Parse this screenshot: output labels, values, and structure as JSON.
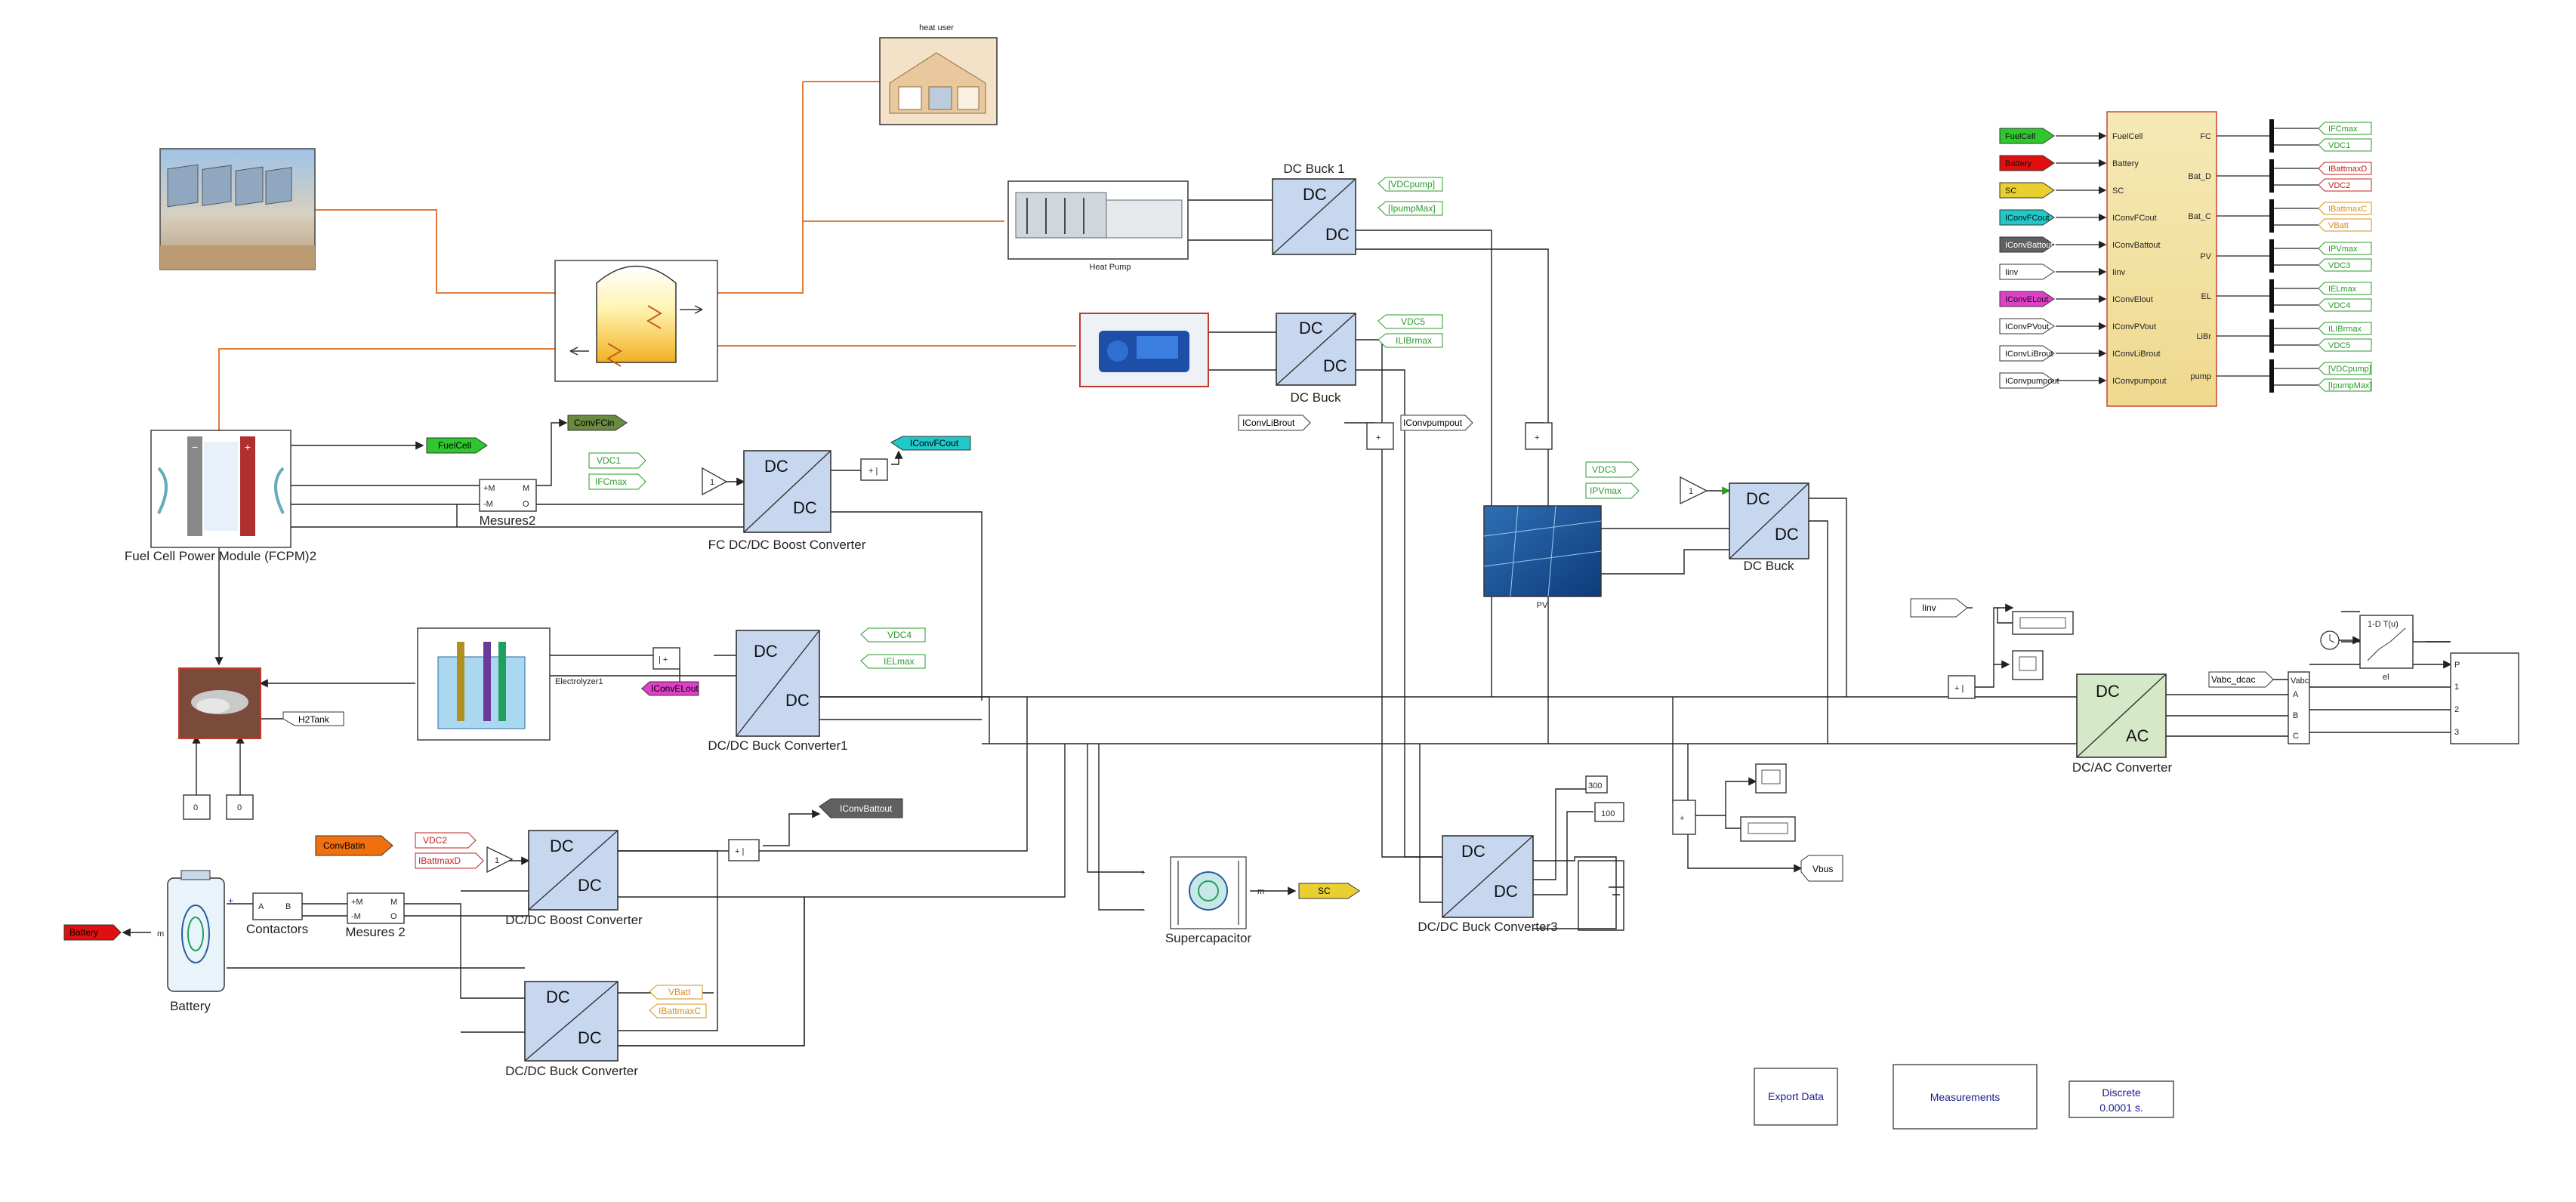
{
  "labels": {
    "heat_user": "heat user",
    "heat_pump": "Heat Pump",
    "dc_buck_1": "DC Buck 1",
    "dc_buck_2": "DC Buck",
    "dc_buck_pv": "DC Buck",
    "pv": "PV",
    "fcpm": "Fuel Cell Power Module (FCPM)2",
    "mesures2": "Mesures2",
    "fc_boost": "FC DC/DC Boost Converter",
    "electrolyzer": "Electrolyzer1",
    "buck_conv1": "DC/DC Buck Converter1",
    "boost_conv": "DC/DC Boost Converter",
    "buck_conv": "DC/DC Buck Converter",
    "buck_conv3": "DC/DC Buck Converter3",
    "dcac": "DC/AC Converter",
    "contactors": "Contactors",
    "mesures_2": "Mesures 2",
    "battery": "Battery",
    "supercap": "Supercapacitor"
  },
  "converter": {
    "dc": "DC",
    "ac": "AC"
  },
  "tags": {
    "FuelCell": "FuelCell",
    "ConvFCin": "ConvFCin",
    "IConvFCout": "IConvFCout",
    "VDC1": "VDC1",
    "IFCmax": "IFCmax",
    "VDCpump": "[VDCpump]",
    "IpumpMax": "[IpumpMax]",
    "VDC5": "VDC5",
    "ILIBrmax": "ILIBrmax",
    "IConvLiBrout": "IConvLiBrout",
    "IConvpumpout": "IConvpumpout",
    "VDC3": "VDC3",
    "IPVmax": "IPVmax",
    "VDC4": "VDC4",
    "IELmax": "IELmax",
    "IConvELout": "IConvELout",
    "H2Tank": "H2Tank",
    "ConvBatin": "ConvBatin",
    "VDC2": "VDC2",
    "IBattmaxD": "IBattmaxD",
    "IConvBattout": "IConvBattout",
    "VBatt": "VBatt",
    "IBattmaxC": "IBattmaxC",
    "SC": "SC",
    "Battery": "Battery",
    "Iinv": "Iinv",
    "Vbus": "Vbus",
    "Vabc_dcac": "Vabc_dcac"
  },
  "consts": {
    "c300": "300",
    "c100": "100",
    "zero1": "0",
    "zero2": "0",
    "gain": "1"
  },
  "mesures_ports": {
    "pm": "+M",
    "mm": "-M",
    "m": "M",
    "o": "O"
  },
  "contactor_ports": {
    "a": "A",
    "b": "B"
  },
  "controller": {
    "inputs": [
      "FuelCell",
      "Battery",
      "SC",
      "IConvFCout",
      "IConvBattout",
      "Iinv",
      "IConvElout",
      "IConvPVout",
      "IConvLiBrout",
      "IConvpumpout"
    ],
    "outputs": [
      "FC",
      "Bat_D",
      "Bat_C",
      "PV",
      "EL",
      "LiBr",
      "pump"
    ],
    "in_tags": [
      {
        "text": "FuelCell",
        "color": "#2ec82e"
      },
      {
        "text": "Battery",
        "color": "#e01010"
      },
      {
        "text": "SC",
        "color": "#e8d030"
      },
      {
        "text": "IConvFCout",
        "color": "#20c8c8"
      },
      {
        "text": "IConvBattout",
        "color": "#606060"
      },
      {
        "text": "Iinv",
        "color": "#ffffff"
      },
      {
        "text": "IConvELout",
        "color": "#e040c8"
      },
      {
        "text": "IConvPVout",
        "color": "#ffffff"
      },
      {
        "text": "IConvLiBrout",
        "color": "#ffffff"
      },
      {
        "text": "IConvpumpout",
        "color": "#ffffff"
      }
    ],
    "out_tags": [
      {
        "a": "IFCmax",
        "b": "VDC1",
        "color": "#2a9a2a"
      },
      {
        "a": "IBattmaxD",
        "b": "VDC2",
        "color": "#c02020"
      },
      {
        "a": "IBattmaxC",
        "b": "VBatt",
        "color": "#d09020"
      },
      {
        "a": "IPVmax",
        "b": "VDC3",
        "color": "#2a9a2a"
      },
      {
        "a": "IELmax",
        "b": "VDC4",
        "color": "#2a9a2a"
      },
      {
        "a": "ILIBrmax",
        "b": "VDC5",
        "color": "#2a9a2a"
      },
      {
        "a": "[VDCpump]",
        "b": "[IpumpMax]",
        "color": "#2a9a2a"
      }
    ]
  },
  "inverter_ports": {
    "vabc": "Vabc",
    "a": "A",
    "b": "B",
    "c": "C",
    "p": "P",
    "p1": "1",
    "p2": "2",
    "p3": "3"
  },
  "lookup": {
    "label": "1-D T(u)",
    "sub": "el"
  },
  "buttons": {
    "export": "Export Data",
    "measurements": "Measurements",
    "discrete_1": "Discrete",
    "discrete_2": "0.0001 s."
  },
  "sc_port": "m",
  "bat_port": "m"
}
